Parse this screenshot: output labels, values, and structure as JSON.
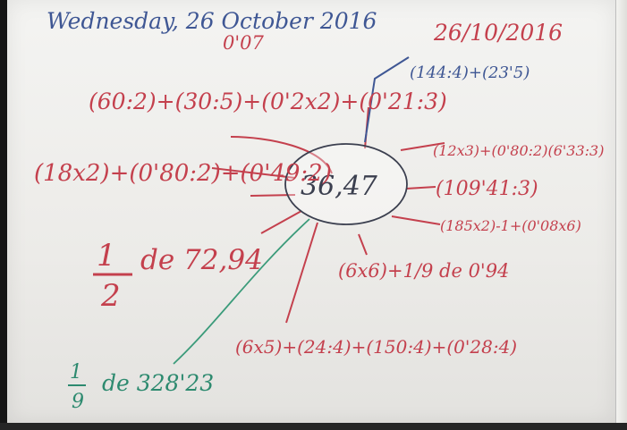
{
  "board": {
    "header_date": "Wednesday, 26 October 2016",
    "header_numeric_date": "26/10/2016",
    "header_time": "0'07",
    "center_value": "36,47",
    "left_upper_expression": "(60:2)+(30:5)+(0'2x2)+(0'21:3)",
    "left_middle_expression": "(18x2)+(0'80:2)+(0'49:2)",
    "fraction_left": {
      "numerator": "1",
      "denominator": "2",
      "text": "de 72,94"
    },
    "top_right_expression": "(144:4)+(23'5)",
    "right_upper_expression": "(12x3)+(0'80:2)(6'33:3)",
    "right_middle_expression": "(109'41:3)",
    "right_lower_expression": "(185x2)-1+(0'08x6)",
    "lower_center_expression": "(6x6)+1/9 de 0'94",
    "bottom_expression": "(6x5)+(24:4)+(150:4)+(0'28:4)",
    "fraction_bottom_left": {
      "numerator": "1",
      "denominator": "9",
      "text": "de 328'23"
    }
  },
  "colors": {
    "red_marker": "#c4404d",
    "blue_marker": "#3f5794",
    "green_marker": "#2d8a6f",
    "board": "#ecebe8"
  }
}
